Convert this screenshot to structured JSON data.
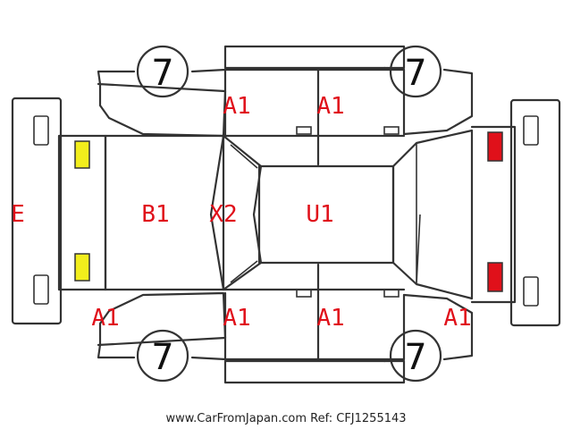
{
  "colors": {
    "outline": "#333333",
    "label": "#e0101a",
    "front_light": "#f2ee1c",
    "rear_light": "#e0101a"
  },
  "tire_labels": {
    "front_left": "7",
    "front_right": "7",
    "rear_left": "7",
    "rear_right": "7"
  },
  "labels": {
    "front_bumper": "E",
    "hood": "B1",
    "windshield": "X2",
    "roof": "U1",
    "top_front_door": "A1",
    "top_rear_door": "A1",
    "bottom_front_fender": "A1",
    "bottom_front_door": "A1",
    "bottom_rear_door": "A1",
    "bottom_rear_fender": "A1"
  },
  "footer": {
    "text": "www.CarFromJapan.com Ref: CFJ1255143"
  }
}
